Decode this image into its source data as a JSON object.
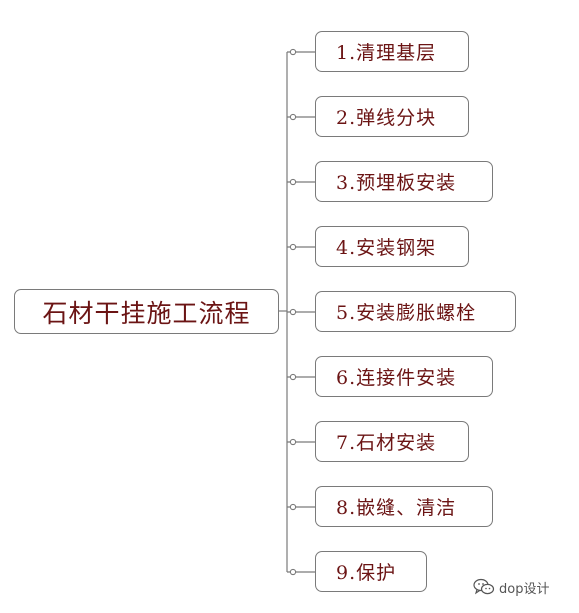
{
  "root": {
    "label": "石材干挂施工流程"
  },
  "steps": [
    {
      "label": "1.清理基层"
    },
    {
      "label": "2.弹线分块"
    },
    {
      "label": "3.预埋板安装"
    },
    {
      "label": "4.安装钢架"
    },
    {
      "label": "5.安装膨胀螺栓"
    },
    {
      "label": "6.连接件安装"
    },
    {
      "label": "7.石材安装"
    },
    {
      "label": "8.嵌缝、清洁"
    },
    {
      "label": "9.保护"
    }
  ],
  "watermark": {
    "text": "dop设计",
    "icon": "wechat-icon"
  },
  "colors": {
    "text": "#6b1414",
    "border": "#7a7a7a",
    "connector": "#7a7a7a"
  }
}
